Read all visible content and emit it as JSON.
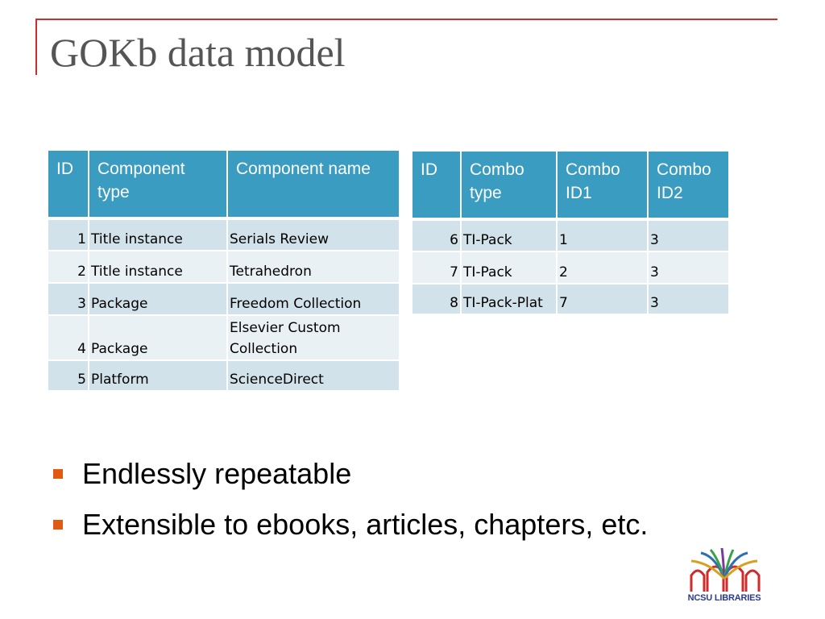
{
  "slide": {
    "title": "GOKb data model"
  },
  "components_table": {
    "headers": [
      "ID",
      "Component type",
      "Component name"
    ],
    "rows": [
      [
        "1",
        "Title instance",
        "Serials Review"
      ],
      [
        "2",
        "Title instance",
        "Tetrahedron"
      ],
      [
        "3",
        "Package",
        "Freedom Collection"
      ],
      [
        "4",
        "Package",
        "Elsevier Custom Collection"
      ],
      [
        "5",
        "Platform",
        "ScienceDirect"
      ]
    ]
  },
  "combos_table": {
    "headers": [
      "ID",
      "Combo type",
      "Combo ID1",
      "Combo ID2"
    ],
    "rows": [
      [
        "6",
        "TI-Pack",
        "1",
        "3"
      ],
      [
        "7",
        "TI-Pack",
        "2",
        "3"
      ],
      [
        "8",
        "TI-Pack-Plat",
        "7",
        "3"
      ]
    ]
  },
  "bullets": [
    "Endlessly repeatable",
    "Extensible to ebooks, articles, chapters, etc."
  ],
  "logo": {
    "text": "NCSU LIBRARIES",
    "icon": "ncsu-libraries-book-arches-logo"
  },
  "colors": {
    "accent_red": "#c8302b",
    "header_blue": "#3a9cc0",
    "row_dark": "#d1e2ea",
    "row_light": "#e9f1f5",
    "bullet_orange": "#e05a12",
    "title_gray": "#555555"
  }
}
